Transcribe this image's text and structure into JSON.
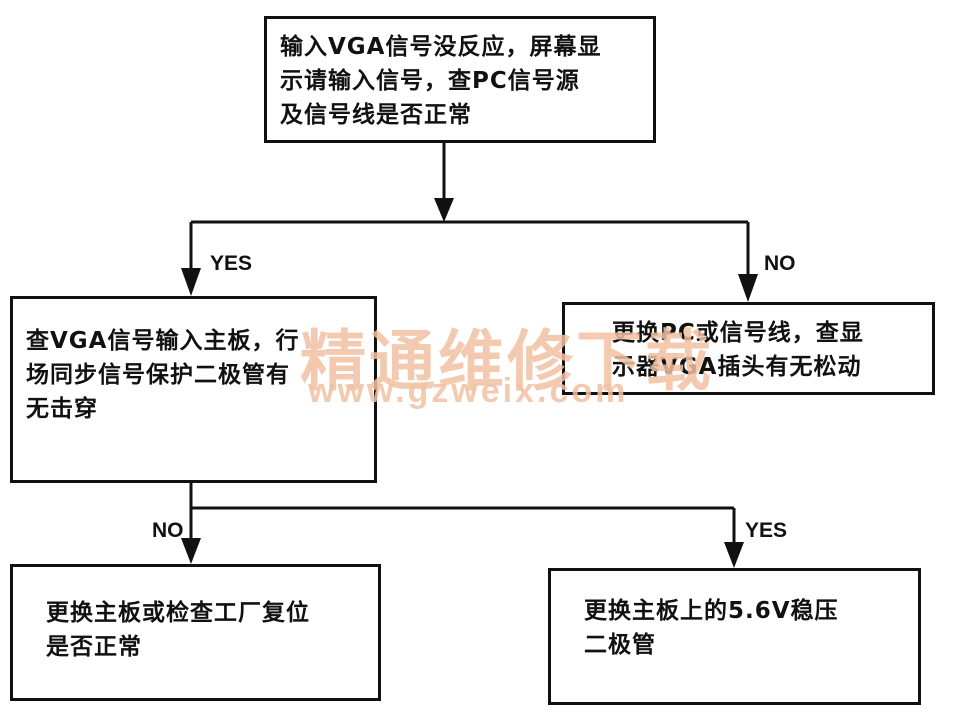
{
  "flowchart": {
    "start_box": {
      "text": "输入VGA信号没反应，屏幕显\n示请输入信号，查PC信号源\n及信号线是否正常"
    },
    "left_branch_label": "YES",
    "right_branch_label": "NO",
    "check_box": {
      "text": "查VGA信号输入主板，行\n场同步信号保护二极管有\n无击穿"
    },
    "replace_pc_box": {
      "text": "更换PC或信号线，查显\n示器VGA插头有无松动"
    },
    "no_branch_label": "NO",
    "yes_branch_label": "YES",
    "replace_board_box": {
      "text": "更换主板或检查工厂复位\n是否正常"
    },
    "replace_diode_box": {
      "text": "更换主板上的5.6V稳压\n二极管"
    }
  },
  "watermark": {
    "title": "精通维修下载",
    "url": "www.gzweix.com"
  },
  "colors": {
    "line": "#111111",
    "watermark": "#f1c1a3",
    "background": "#ffffff"
  }
}
